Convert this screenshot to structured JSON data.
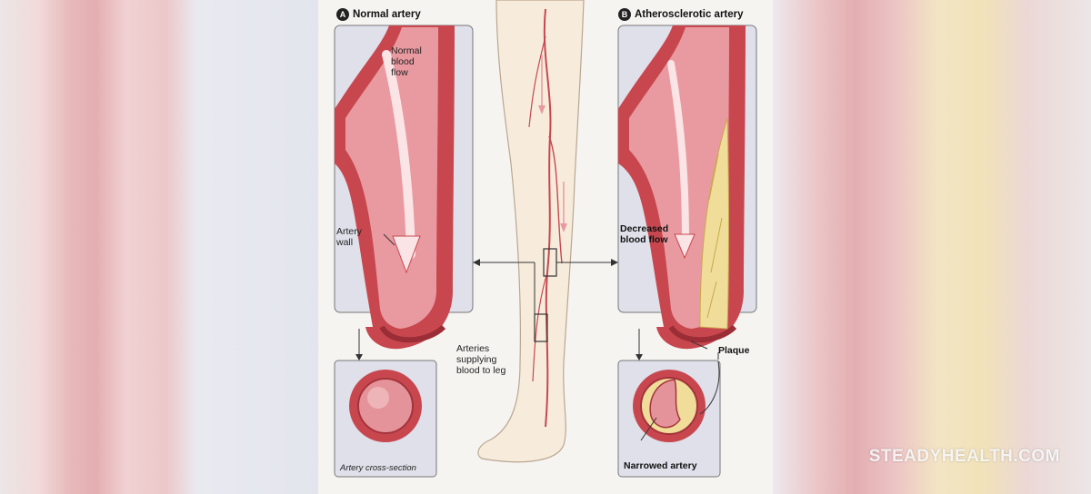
{
  "panel_a": {
    "letter": "A",
    "title": "Normal artery"
  },
  "panel_b": {
    "letter": "B",
    "title": "Atherosclerotic artery"
  },
  "labels": {
    "normal_flow": "Normal\nblood\nflow",
    "artery_wall": "Artery\nwall",
    "arteries_leg": "Arteries\nsupplying\nblood to leg",
    "decreased_flow": "Decreased\nblood flow",
    "plaque": "Plaque",
    "cross_section": "Artery cross-section",
    "narrowed": "Narrowed artery"
  },
  "watermark": "STEADYHEALTH.COM",
  "colors": {
    "artery_red": "#c8474f",
    "artery_pink": "#e99aa0",
    "plaque_yellow": "#f0dd99",
    "skin": "#f7ecdc",
    "box_fill": "#dfe0ea"
  }
}
